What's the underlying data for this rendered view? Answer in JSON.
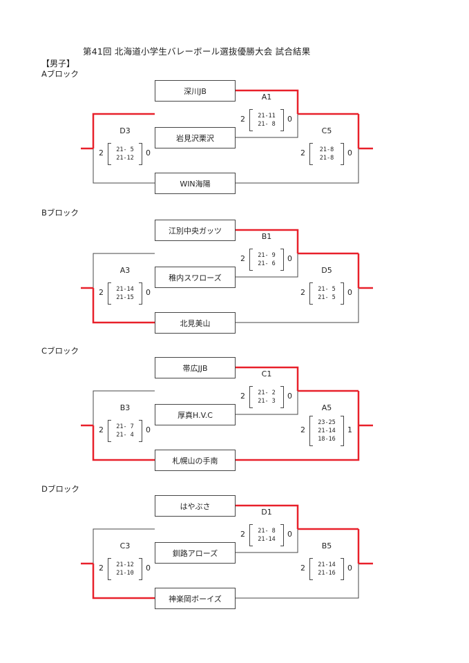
{
  "title": "第41回  北海道小学生バレーボール選抜優勝大会  試合結果",
  "section": "【男子】",
  "colors": {
    "win_line": "#e8202a",
    "line": "#444444"
  },
  "blocks": [
    {
      "label": "Aブロック",
      "teams": [
        "深川JB",
        "岩見沢栗沢",
        "WIN海陽"
      ],
      "m1": {
        "id": "A1",
        "wins": "2",
        "sets": [
          "21-11",
          "21- 8"
        ],
        "losses": "0"
      },
      "m2": {
        "id": "D3",
        "wins": "2",
        "sets": [
          "21- 5",
          "21-12"
        ],
        "losses": "0"
      },
      "m3": {
        "id": "C5",
        "wins": "2",
        "sets": [
          "21-8",
          "21-8"
        ],
        "losses": "0"
      }
    },
    {
      "label": "Bブロック",
      "teams": [
        "江別中央ガッツ",
        "稚内スワローズ",
        "北見美山"
      ],
      "m1": {
        "id": "B1",
        "wins": "2",
        "sets": [
          "21- 9",
          "21- 6"
        ],
        "losses": "0"
      },
      "m2": {
        "id": "A3",
        "wins": "2",
        "sets": [
          "21-14",
          "21-15"
        ],
        "losses": "0"
      },
      "m3": {
        "id": "D5",
        "wins": "2",
        "sets": [
          "21- 5",
          "21- 5"
        ],
        "losses": "0"
      }
    },
    {
      "label": "Cブロック",
      "teams": [
        "帯広JJB",
        "厚真H.V.C",
        "札幌山の手南"
      ],
      "m1": {
        "id": "C1",
        "wins": "2",
        "sets": [
          "21- 2",
          "21- 3"
        ],
        "losses": "0"
      },
      "m2": {
        "id": "B3",
        "wins": "2",
        "sets": [
          "21- 7",
          "21- 4"
        ],
        "losses": "0"
      },
      "m3": {
        "id": "A5",
        "wins": "2",
        "sets": [
          "23-25",
          "21-14",
          "18-16"
        ],
        "losses": "1"
      }
    },
    {
      "label": "Dブロック",
      "teams": [
        "はやぶさ",
        "釧路アローズ",
        "神楽岡ボーイズ"
      ],
      "m1": {
        "id": "D1",
        "wins": "2",
        "sets": [
          "21- 8",
          "21-14"
        ],
        "losses": "0"
      },
      "m2": {
        "id": "C3",
        "wins": "2",
        "sets": [
          "21-12",
          "21-10"
        ],
        "losses": "0"
      },
      "m3": {
        "id": "B5",
        "wins": "2",
        "sets": [
          "21-14",
          "21-16"
        ],
        "losses": "0"
      }
    }
  ]
}
